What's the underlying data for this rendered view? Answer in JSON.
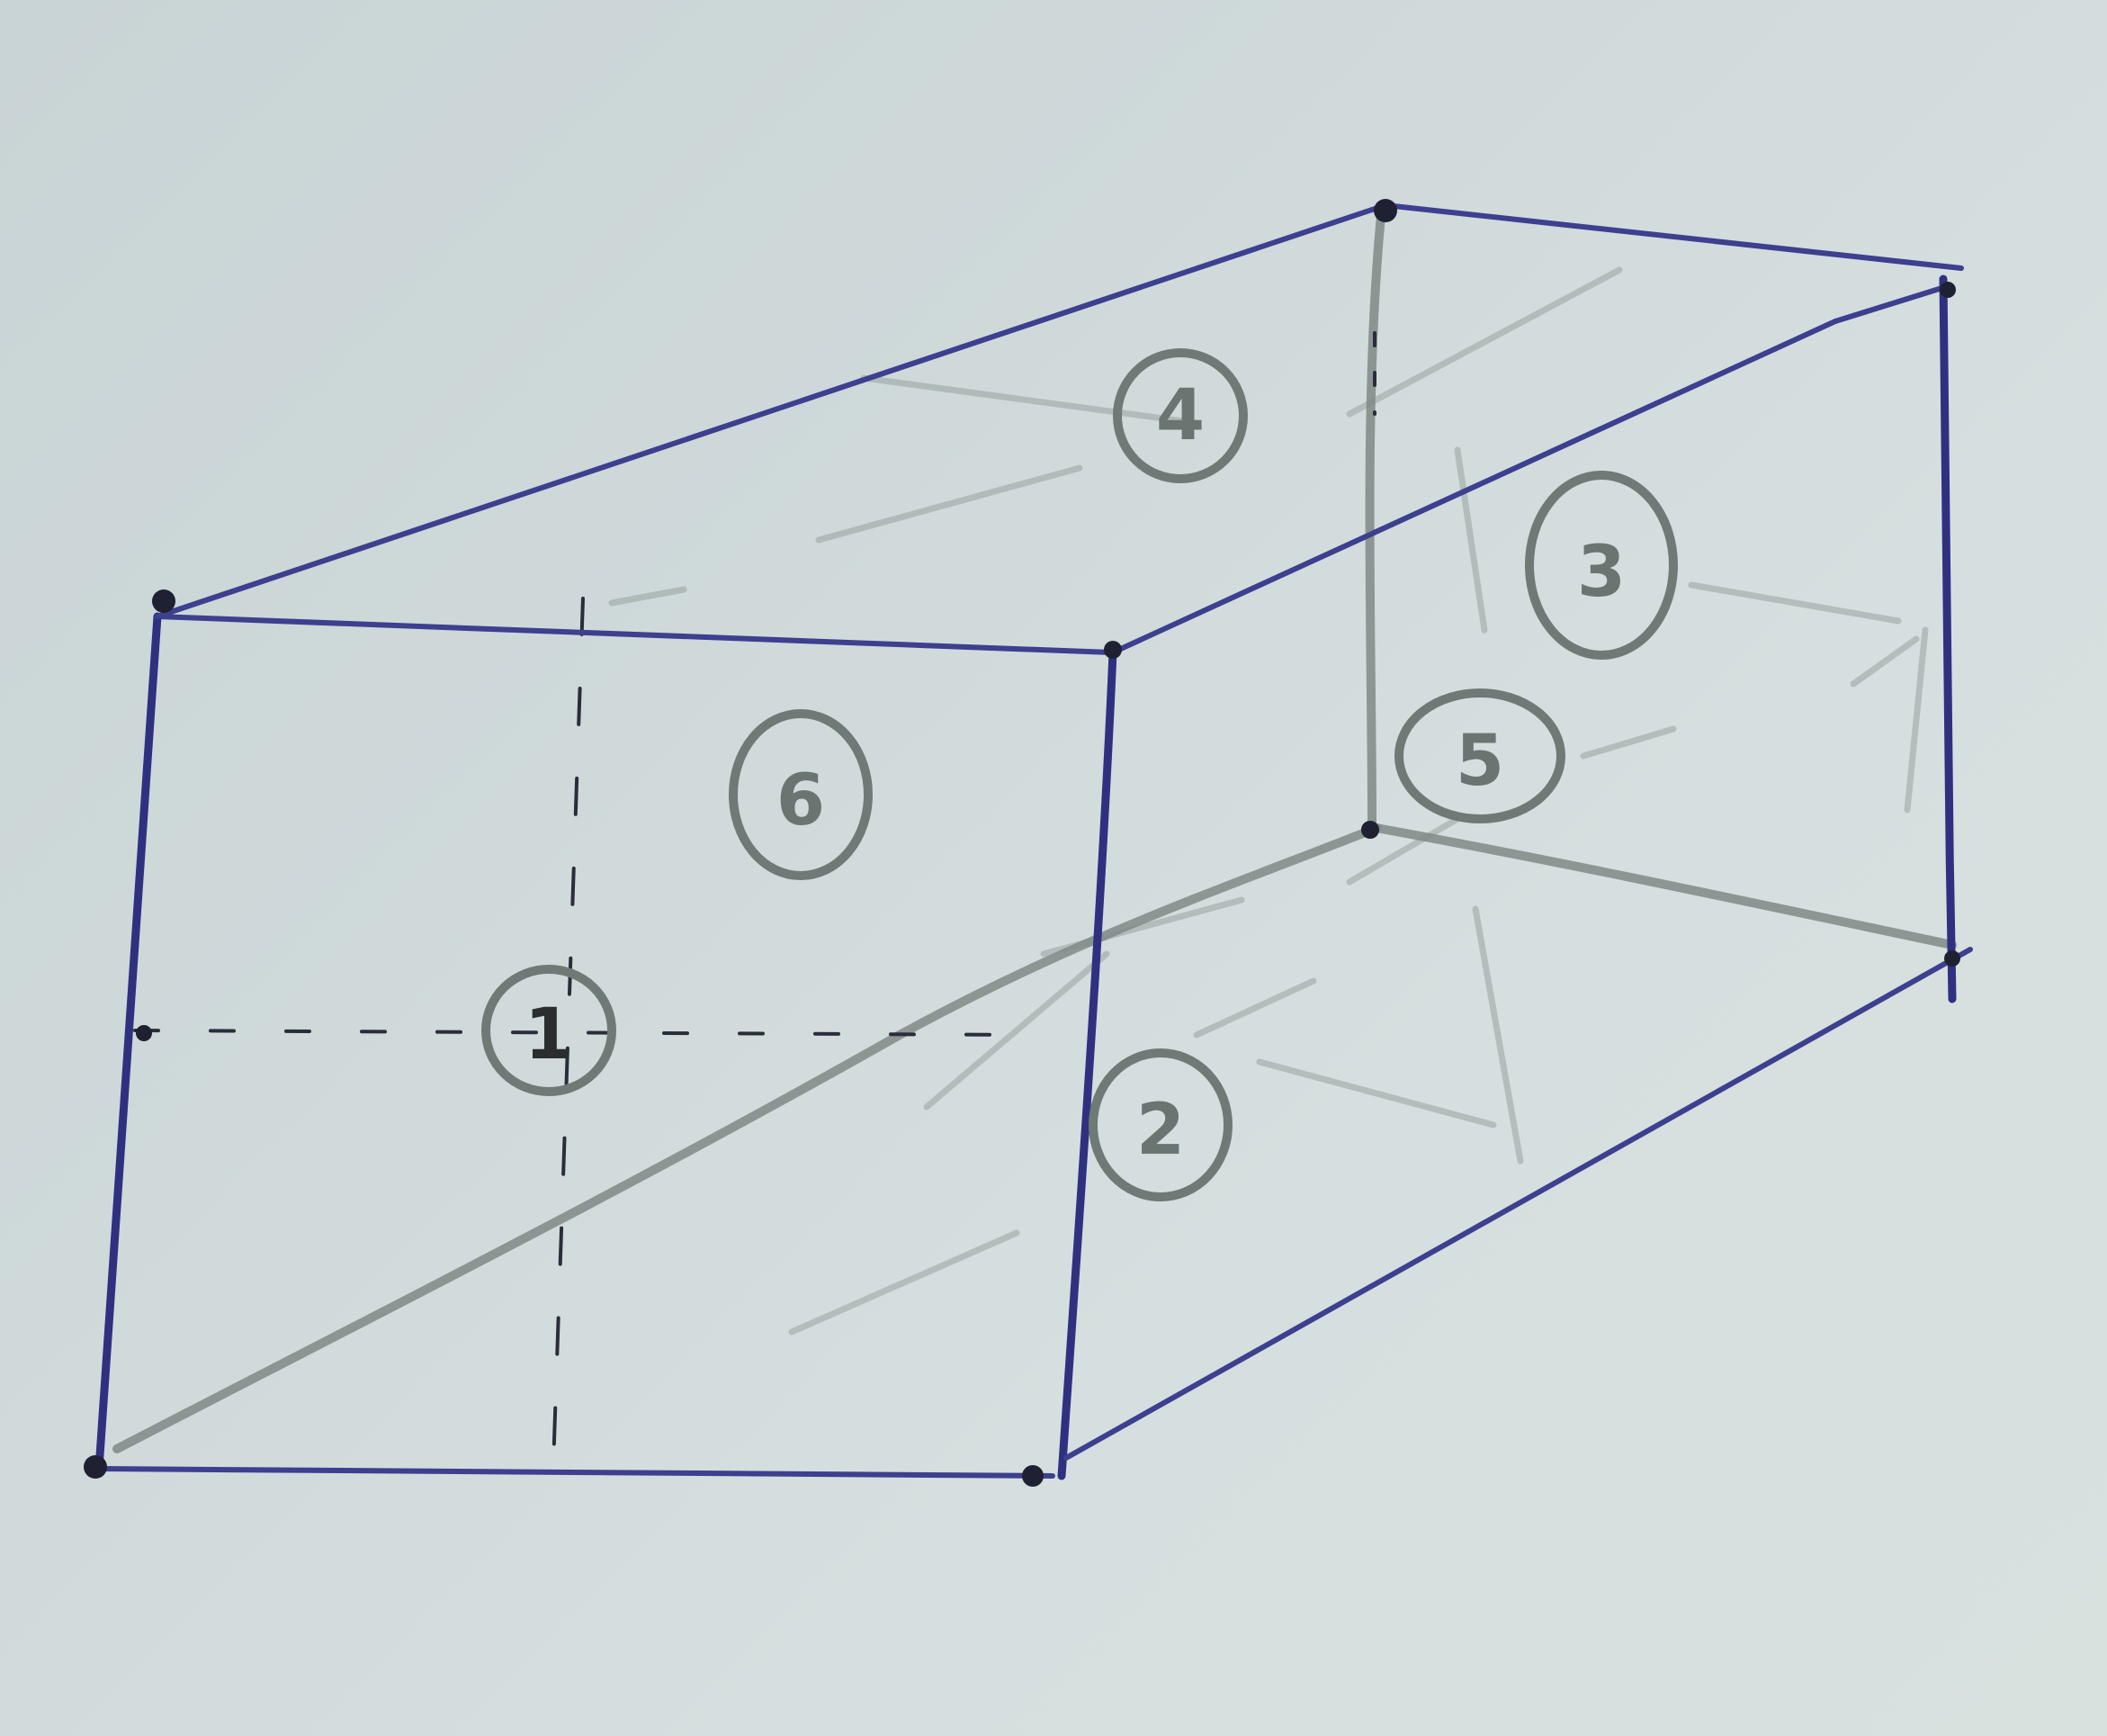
{
  "faces": [
    {
      "id": "1",
      "label": "1"
    },
    {
      "id": "2",
      "label": "2"
    },
    {
      "id": "3",
      "label": "3"
    },
    {
      "id": "4",
      "label": "4"
    },
    {
      "id": "5",
      "label": "5"
    },
    {
      "id": "6",
      "label": "6"
    }
  ],
  "colors": {
    "paper": "#cfd9da",
    "blue_ink": "#3d3f8f",
    "pencil": "#7f8a86",
    "dark_ink": "#2b2d3a"
  }
}
